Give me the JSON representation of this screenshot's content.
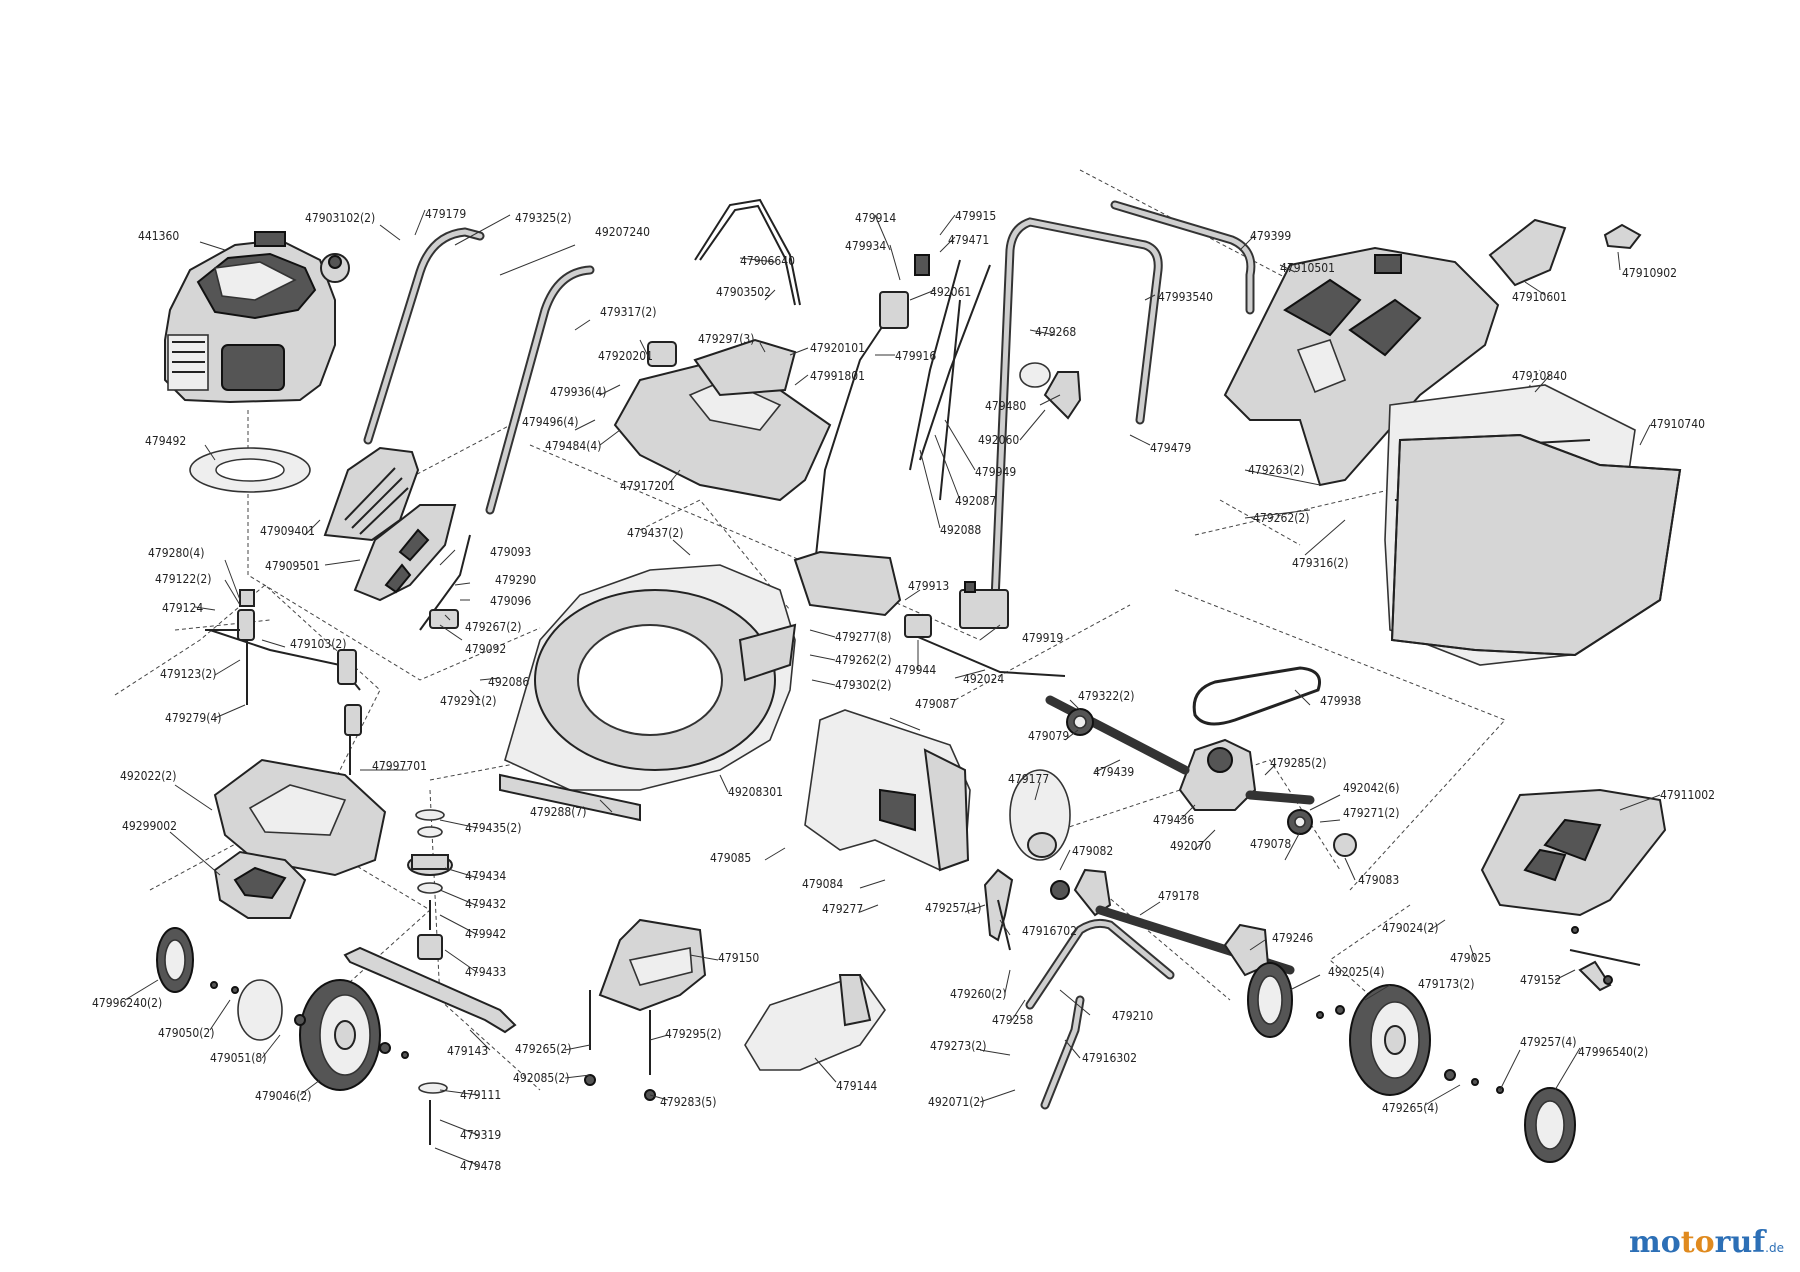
{
  "labels": [
    "441360",
    "47903102(2)",
    "479179",
    "479325(2)",
    "49207240",
    "479317(2)",
    "47920201",
    "479936(4)",
    "479496(4)",
    "479484(4)",
    "479492",
    "47909401",
    "47909501",
    "479093",
    "479290",
    "479096",
    "479267(2)",
    "479092",
    "479291(2)",
    "492086",
    "479280(4)",
    "479122(2)",
    "479124",
    "479103(2)",
    "479123(2)",
    "479279(4)",
    "47906640",
    "47903502",
    "479297(3)",
    "47920101",
    "47991801",
    "47917201",
    "479437(2)",
    "479277(8)",
    "479262(2)",
    "479302(2)",
    "479914",
    "479915",
    "479471",
    "479934",
    "492061",
    "479916",
    "479268",
    "479480",
    "492060",
    "479949",
    "492087",
    "492088",
    "47993540",
    "479399",
    "479479",
    "47910501",
    "47910601",
    "47910902",
    "47910840",
    "47910740",
    "479263(2)",
    "479262(2)",
    "479316(2)",
    "479913",
    "479919",
    "479944",
    "492024",
    "479087",
    "479322(2)",
    "479079",
    "479439",
    "479938",
    "479285(2)",
    "492042(6)",
    "479271(2)",
    "479436",
    "492070",
    "479078",
    "479083",
    "479177",
    "479082",
    "479178",
    "47911002",
    "492022(2)",
    "47997701",
    "49299002",
    "479288(7)",
    "49208301",
    "479435(2)",
    "479434",
    "479432",
    "479942",
    "479433",
    "479085",
    "479084",
    "479277",
    "479257(1)",
    "47916702",
    "479260(2)",
    "479258",
    "479210",
    "479246",
    "492025(4)",
    "479173(2)",
    "479024(2)",
    "479025",
    "479152",
    "47996240(2)",
    "479050(2)",
    "479051(8)",
    "479046(2)",
    "479143",
    "479111",
    "479319",
    "479478",
    "479150",
    "479265(2)",
    "492085(2)",
    "479295(2)",
    "479283(5)",
    "479144",
    "479273(2)",
    "492071(2)",
    "47916302",
    "479265(4)",
    "479257(4)",
    "47996540(2)"
  ],
  "watermark": {
    "part1": "mo",
    "part2": "to",
    "part3": "ruf",
    "tld": ".de"
  }
}
